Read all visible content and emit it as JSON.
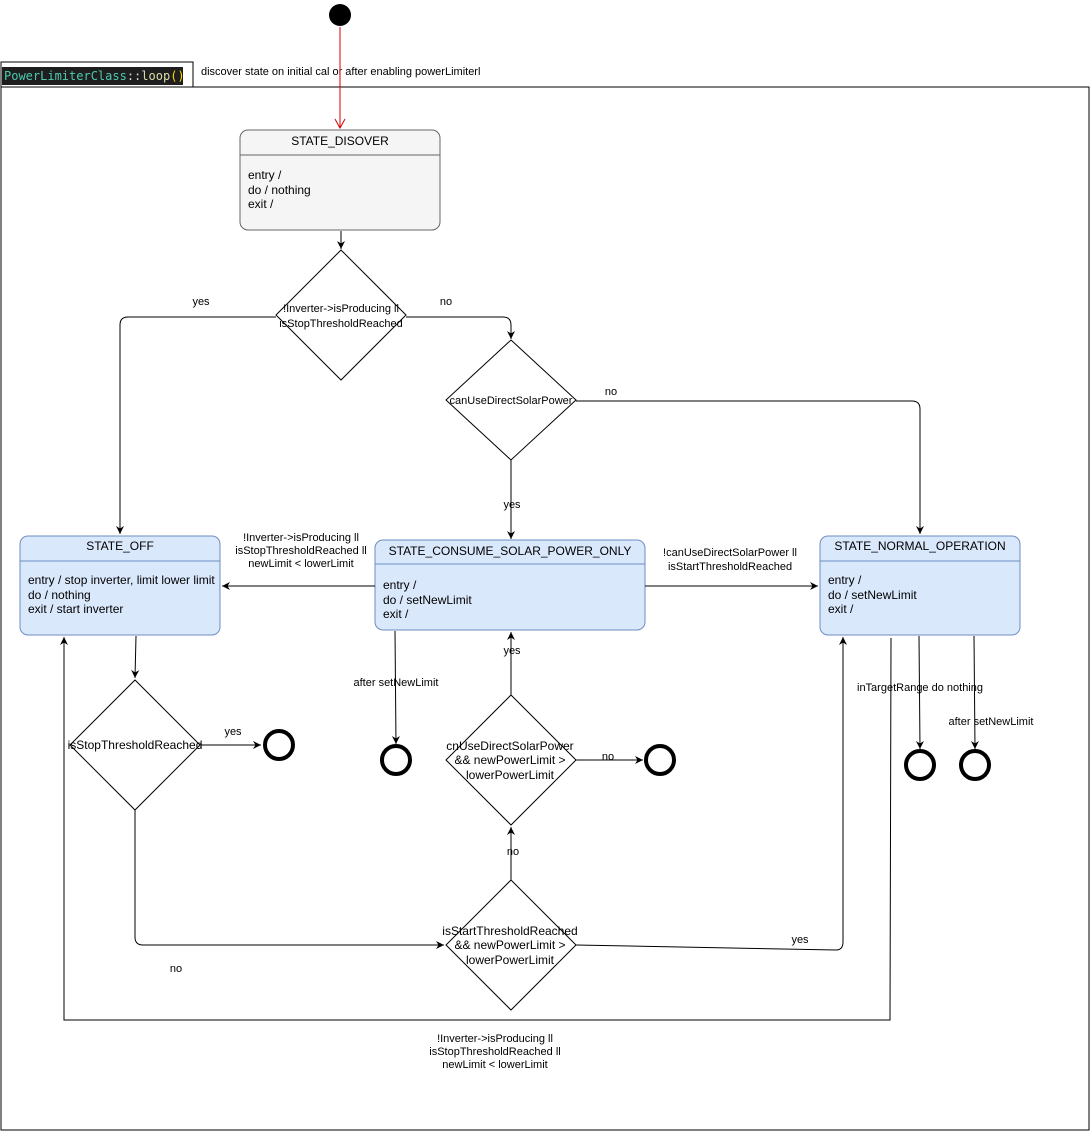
{
  "frame": {
    "code_class": "PowerLimiterClass",
    "code_sep": "::",
    "code_method": "loop",
    "code_parens": "()",
    "caption": "discover state on initial cal or after enabling powerLimiterl"
  },
  "states": {
    "discover": {
      "title": "STATE_DISOVER",
      "lines": [
        "entry /",
        "do / nothing",
        "exit /"
      ]
    },
    "off": {
      "title": "STATE_OFF",
      "lines": [
        "entry / stop inverter, limit lower limit",
        "do / nothing",
        "exit / start inverter"
      ]
    },
    "consume": {
      "title": "STATE_CONSUME_SOLAR_POWER_ONLY",
      "lines": [
        "entry /",
        "do / setNewLimit",
        "exit /"
      ]
    },
    "normal": {
      "title": "STATE_NORMAL_OPERATION",
      "lines": [
        "entry /",
        "do / setNewLimit",
        "exit /"
      ]
    }
  },
  "decisions": {
    "d1": [
      "!Inverter->isProducing ll",
      "isStopThresholdReached"
    ],
    "d2": [
      "canUseDirectSolarPower"
    ],
    "d3": [
      "isStopThresholdReached"
    ],
    "d4": [
      "cnUseDirectSolarPower",
      "&& newPowerLimit >",
      "lowerPowerLimit"
    ],
    "d5": [
      "isStartThresholdReached",
      "&& newPowerLimit >",
      "lowerPowerLimit"
    ]
  },
  "labels": {
    "yes_d1": "yes",
    "no_d1": "no",
    "no_d2": "no",
    "yes_d2": "yes",
    "consume_to_off": [
      "!Inverter->isProducing ll",
      "isStopThresholdReached ll",
      "newLimit < lowerLimit"
    ],
    "consume_to_normal": [
      "!canUseDirectSolarPower ll",
      "isStartThresholdReached"
    ],
    "after_consume": "after setNewLimit",
    "yes_d3": "yes",
    "no_d3": "no",
    "yes_d4": "yes",
    "no_d4": "no",
    "no_d5": "no",
    "yes_d5": "yes",
    "in_target": "inTargetRange do nothing",
    "after_normal": "after setNewLimit",
    "normal_to_off": [
      "!Inverter->isProducing ll",
      "isStopThresholdReached ll",
      "newLimit < lowerLimit"
    ]
  },
  "colors": {
    "state_fill": "#dae8fc",
    "state_stroke": "#6c8ebf",
    "discover_fill": "#f5f5f5",
    "discover_stroke": "#666666",
    "initial_arrow": "#d40000",
    "code_bg": "#1e1e1e",
    "code_class": "#4ec9b0",
    "code_method": "#dcdcaa"
  }
}
